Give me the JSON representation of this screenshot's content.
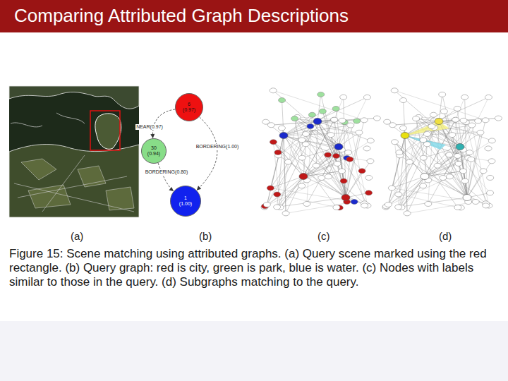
{
  "diagram": {
    "title": "Comparing Attributed Graph Descriptions",
    "caption": "Figure 15: Scene matching using attributed graphs. (a) Query scene marked using the red rectangle. (b) Query graph: red is city, green is park, blue is water. (c) Nodes with labels similar to those in the query. (d) Subgraphs matching to the query.",
    "nodes": [
      {
        "text": [
          "6 (0.97)"
        ]
      },
      {
        "text": [
          "30 (0.94)"
        ]
      },
      {
        "text": [
          "1 (1.00)"
        ]
      }
    ],
    "edges": [
      {
        "from": 0,
        "to": 1,
        "arrow": "to",
        "label": "NEAR(0.97)"
      },
      {
        "from": 0,
        "to": 2,
        "arrow": "to",
        "label": "BORDERING(1.00)"
      },
      {
        "from": 1,
        "to": 2,
        "arrow": "to",
        "label": "BORDERING(0.80)"
      }
    ],
    "labels": [
      "(a)",
      "(b)",
      "(c)",
      "(d)"
    ]
  }
}
